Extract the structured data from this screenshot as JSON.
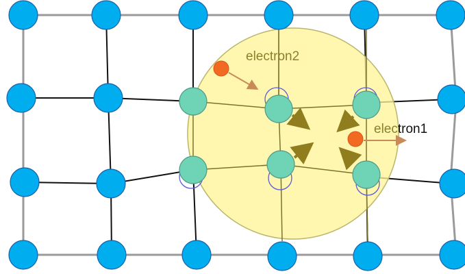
{
  "diagram": {
    "labels": {
      "electron1_prefix": "elec",
      "electron1_suffix": "tron1",
      "electron2": "electron2"
    },
    "colors": {
      "ion": "#00aeef",
      "ion_stroke": "#1b5fa8",
      "ion_inside": "#6fd3b5",
      "ion_inside_stroke": "#4f9a86",
      "ghost_stroke": "#5b5bd6",
      "cloud_fill": "#fff59a",
      "cloud_stroke": "#b9b56a",
      "frame": "#9a9a9a",
      "bond": "#111111",
      "bond_inside": "#7a7330",
      "electron": "#f26a21",
      "electron_stroke": "#d9531a",
      "arrow_ion": "#8f7d1e",
      "arrow_electron": "#c98a5a",
      "label_main": "#111111",
      "label_faded": "#8a7f2c"
    }
  }
}
